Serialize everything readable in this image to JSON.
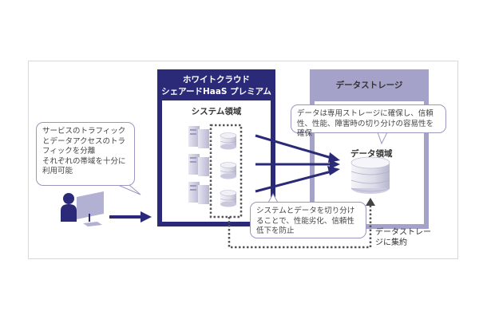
{
  "diagram": {
    "haas": {
      "title_line1": "ホワイトクラウド",
      "title_line2": "シェアードHaaS プレミアム",
      "system_area": "システム領域"
    },
    "storage": {
      "title": "データストレージ",
      "data_area": "データ領域"
    },
    "callouts": {
      "traffic": "サービスのトラフィックとデータアクセスのトラフィックを分離\nそれぞれの帯域を十分に利用可能",
      "storage_note": "データは専用ストレージに確保し、信頼性、性能、障害時の切り分けの容易性を確保",
      "separation": "システムとデータを切り分けることで、性能劣化、信頼性低下を防止"
    },
    "consolidate_label": "データストレージに集約",
    "icons": [
      "user-icon",
      "monitor-icon",
      "server-icon",
      "disk-icon",
      "database-icon"
    ],
    "colors": {
      "navy": "#2b2a78",
      "lavender": "#a4a2c8",
      "dotted": "#555555"
    }
  }
}
